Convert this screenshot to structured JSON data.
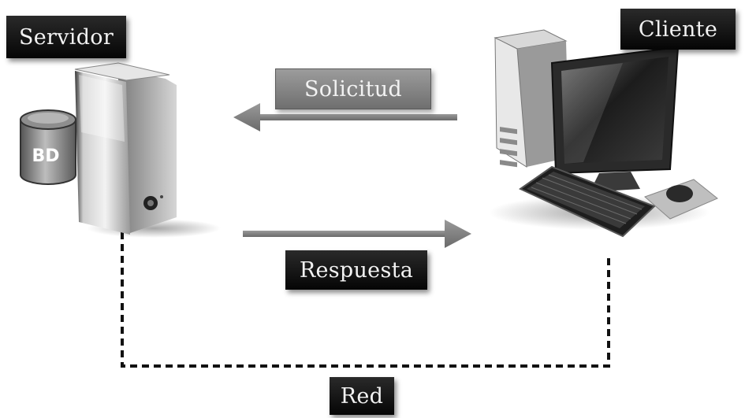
{
  "labels": {
    "server": "Servidor",
    "client": "Cliente",
    "request": "Solicitud",
    "response": "Respuesta",
    "network": "Red",
    "database": "BD"
  },
  "icons": {
    "server": "server-tower-icon",
    "database": "database-cylinder-icon",
    "client": "desktop-computer-icon",
    "keyboard": "keyboard-icon",
    "mouse": "mouse-icon"
  }
}
